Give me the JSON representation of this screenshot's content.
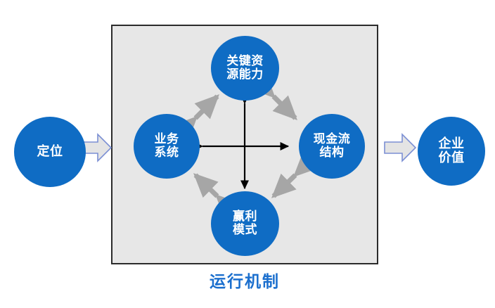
{
  "diagram": {
    "title_caption": "运行机制",
    "colors": {
      "node_blue": "#0F6CC4",
      "panel_gray": "#E7E7E7",
      "panel_border": "#2B2B2B",
      "caption_blue": "#1B6FCE",
      "diagonal_arrow_gray": "#A6A6A6",
      "cross_arrow_black": "#000000",
      "block_arrow_fill": "#E4E4E4",
      "block_arrow_border": "#7B8FD4",
      "node_text": "#FFFFFF",
      "background": "#FFFFFF"
    },
    "flow": {
      "input_node": {
        "label_lines": [
          "定位"
        ]
      },
      "output_node": {
        "label_lines": [
          "企业",
          "价值"
        ]
      },
      "input_arrow_name": "right-chevron-arrow",
      "output_arrow_name": "right-chevron-arrow"
    },
    "mechanism": {
      "caption": "运行机制",
      "nodes": {
        "top": {
          "label_lines": [
            "关键资",
            "源能力"
          ]
        },
        "left": {
          "label_lines": [
            "业务",
            "系统"
          ]
        },
        "right": {
          "label_lines": [
            "现金流",
            "结构"
          ]
        },
        "bottom": {
          "label_lines": [
            "赢利",
            "模式"
          ]
        }
      },
      "connectors": [
        {
          "from": "left",
          "to": "top",
          "style": "gray-double-headed-diagonal"
        },
        {
          "from": "top",
          "to": "right",
          "style": "gray-double-headed-diagonal"
        },
        {
          "from": "right",
          "to": "bottom",
          "style": "gray-double-headed-diagonal"
        },
        {
          "from": "bottom",
          "to": "left",
          "style": "gray-double-headed-diagonal"
        },
        {
          "from": "left",
          "to": "right",
          "style": "black-double-headed-horizontal"
        },
        {
          "from": "top",
          "to": "bottom",
          "style": "black-double-headed-vertical"
        }
      ]
    }
  }
}
